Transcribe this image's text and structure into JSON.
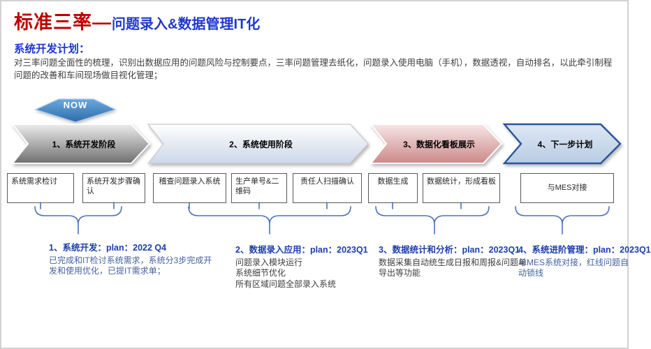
{
  "title": {
    "red": "标准三率—",
    "blue": "问题录入&数据管理IT化"
  },
  "intro": {
    "heading": "系统开发计划：",
    "body": "对三率问题全面性的梳理，识别出数据应用的问题风险与控制要点，三率问题管理去纸化，问题录入使用电脑（手机），数据透视，自动排名，以此牵引制程问题的改善和车间现场做目视化管理；"
  },
  "now_label": "NOW",
  "stages": [
    {
      "label": "1、系统开发阶段"
    },
    {
      "label": "2、系统使用阶段"
    },
    {
      "label": "3、数据化看板展示"
    },
    {
      "label": "4、下一步计划"
    }
  ],
  "boxes": [
    {
      "label": "系统需求检讨"
    },
    {
      "label": "系统开发步骤确认"
    },
    {
      "label": "稽查问题录入系统"
    },
    {
      "label": "生产单号&二维码"
    },
    {
      "label": "责任人扫描确认"
    },
    {
      "label": "数据生成"
    },
    {
      "label": "数据统计，形成看板"
    },
    {
      "label": "与MES对接"
    }
  ],
  "sections": [
    {
      "heading": "1、系统开发：plan：2022 Q4",
      "body": "已完成和IT检讨系统需求，系统分3步完成开发和使用优化，已提IT需求单；"
    },
    {
      "heading": "2、数据录入应用：plan：2023Q1",
      "body": "问题录入模块运行\n系统细节优化\n所有区域问题全部录入系统"
    },
    {
      "heading": "3、数据统计和分析：plan：2023Q1",
      "body": "数据采集自动统生成日报和周报&问题单导出等功能"
    },
    {
      "heading": "4、系统进阶管理：plan：2023Q1",
      "body": "与MES系统对接，红线问题自动锁线"
    }
  ],
  "colors": {
    "title_red": "#c00000",
    "title_blue": "#2038cc",
    "section_heading_blue": "#1c3ea9",
    "muted_body_blue": "#46639e",
    "body_gray": "#3f3f3f",
    "brace_blue": "#4a72c0",
    "now_arrow_top": "#6aa7e0",
    "now_arrow_bottom": "#2d6da8",
    "stage1_gradient": [
      "#ececec",
      "#6f6f6f"
    ],
    "stage2_gradient": [
      "#fefefe",
      "#ccd7e8"
    ],
    "stage3_gradient": [
      "#f7e6e6",
      "#cc8888"
    ],
    "stage4_gradient": [
      "#dde7f3",
      "#b9cce4"
    ],
    "stage4_border": "#2a549b",
    "box_border": "#595959"
  }
}
